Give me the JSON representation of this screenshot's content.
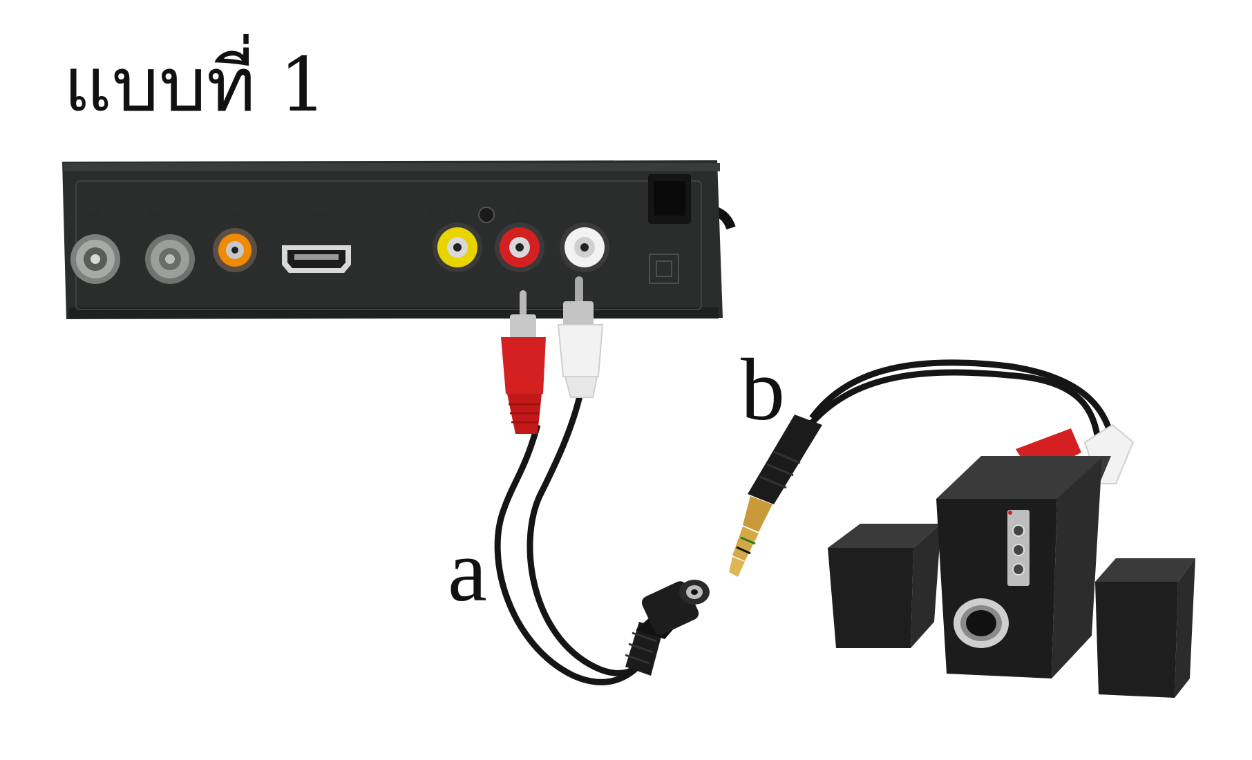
{
  "title": "แบบที่ 1",
  "labels": {
    "a": "a",
    "b": "b"
  },
  "device_panel": {
    "port_labels": [
      "RF IN",
      "RF OUT",
      "COAXIAL",
      "HDMI",
      "VIDEO",
      "R AUDIO L"
    ]
  },
  "colors": {
    "device_body": "#2b2d2c",
    "red_plug": "#d42020",
    "white_plug": "#f2f2f2",
    "yellow_jack": "#e8d400",
    "orange_jack": "#f08a00",
    "cable": "#151515",
    "gold_plug": "#c99a3a"
  },
  "icons": [
    "set-top-box",
    "rca-cable",
    "3.5mm-jack",
    "speaker-set"
  ]
}
